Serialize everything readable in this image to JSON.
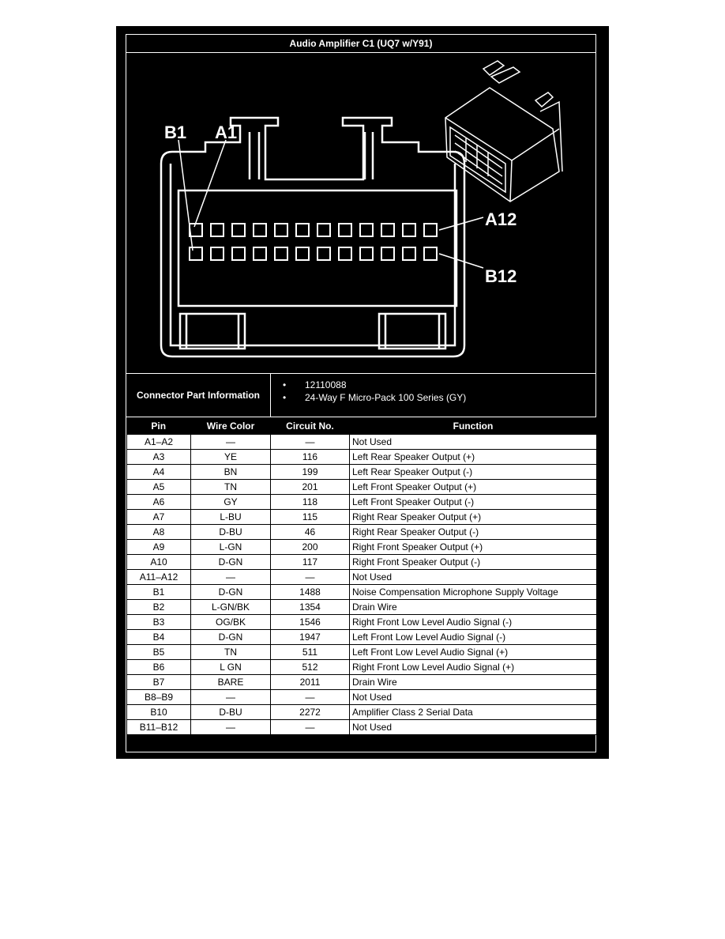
{
  "title": "Audio Amplifier C1 (UQ7 w/Y91)",
  "diagram": {
    "labels": {
      "b1": "B1",
      "a1": "A1",
      "a12": "A12",
      "b12": "B12"
    }
  },
  "part_info": {
    "label": "Connector Part Information",
    "items": [
      "12110088",
      "24-Way F Micro-Pack 100 Series (GY)"
    ]
  },
  "table": {
    "headers": [
      "Pin",
      "Wire Color",
      "Circuit No.",
      "Function"
    ],
    "rows": [
      [
        "A1–A2",
        "—",
        "—",
        "Not Used"
      ],
      [
        "A3",
        "YE",
        "116",
        "Left Rear Speaker Output (+)"
      ],
      [
        "A4",
        "BN",
        "199",
        "Left Rear Speaker Output (-)"
      ],
      [
        "A5",
        "TN",
        "201",
        "Left Front Speaker Output (+)"
      ],
      [
        "A6",
        "GY",
        "118",
        "Left Front Speaker Output (-)"
      ],
      [
        "A7",
        "L-BU",
        "115",
        "Right Rear Speaker Output (+)"
      ],
      [
        "A8",
        "D-BU",
        "46",
        "Right Rear Speaker Output (-)"
      ],
      [
        "A9",
        "L-GN",
        "200",
        "Right Front Speaker Output (+)"
      ],
      [
        "A10",
        "D-GN",
        "117",
        "Right Front Speaker Output (-)"
      ],
      [
        "A11–A12",
        "—",
        "—",
        "Not Used"
      ],
      [
        "B1",
        "D-GN",
        "1488",
        "Noise Compensation Microphone Supply Voltage"
      ],
      [
        "B2",
        "L-GN/BK",
        "1354",
        "Drain Wire"
      ],
      [
        "B3",
        "OG/BK",
        "1546",
        "Right Front Low Level Audio Signal (-)"
      ],
      [
        "B4",
        "D-GN",
        "1947",
        "Left Front Low Level Audio Signal (-)"
      ],
      [
        "B5",
        "TN",
        "511",
        "Left Front Low Level Audio Signal (+)"
      ],
      [
        "B6",
        "L GN",
        "512",
        "Right Front Low Level Audio Signal (+)"
      ],
      [
        "B7",
        "BARE",
        "2011",
        "Drain Wire"
      ],
      [
        "B8–B9",
        "—",
        "—",
        "Not Used"
      ],
      [
        "B10",
        "D-BU",
        "2272",
        "Amplifier Class 2 Serial Data"
      ],
      [
        "B11–B12",
        "—",
        "—",
        "Not Used"
      ]
    ]
  }
}
